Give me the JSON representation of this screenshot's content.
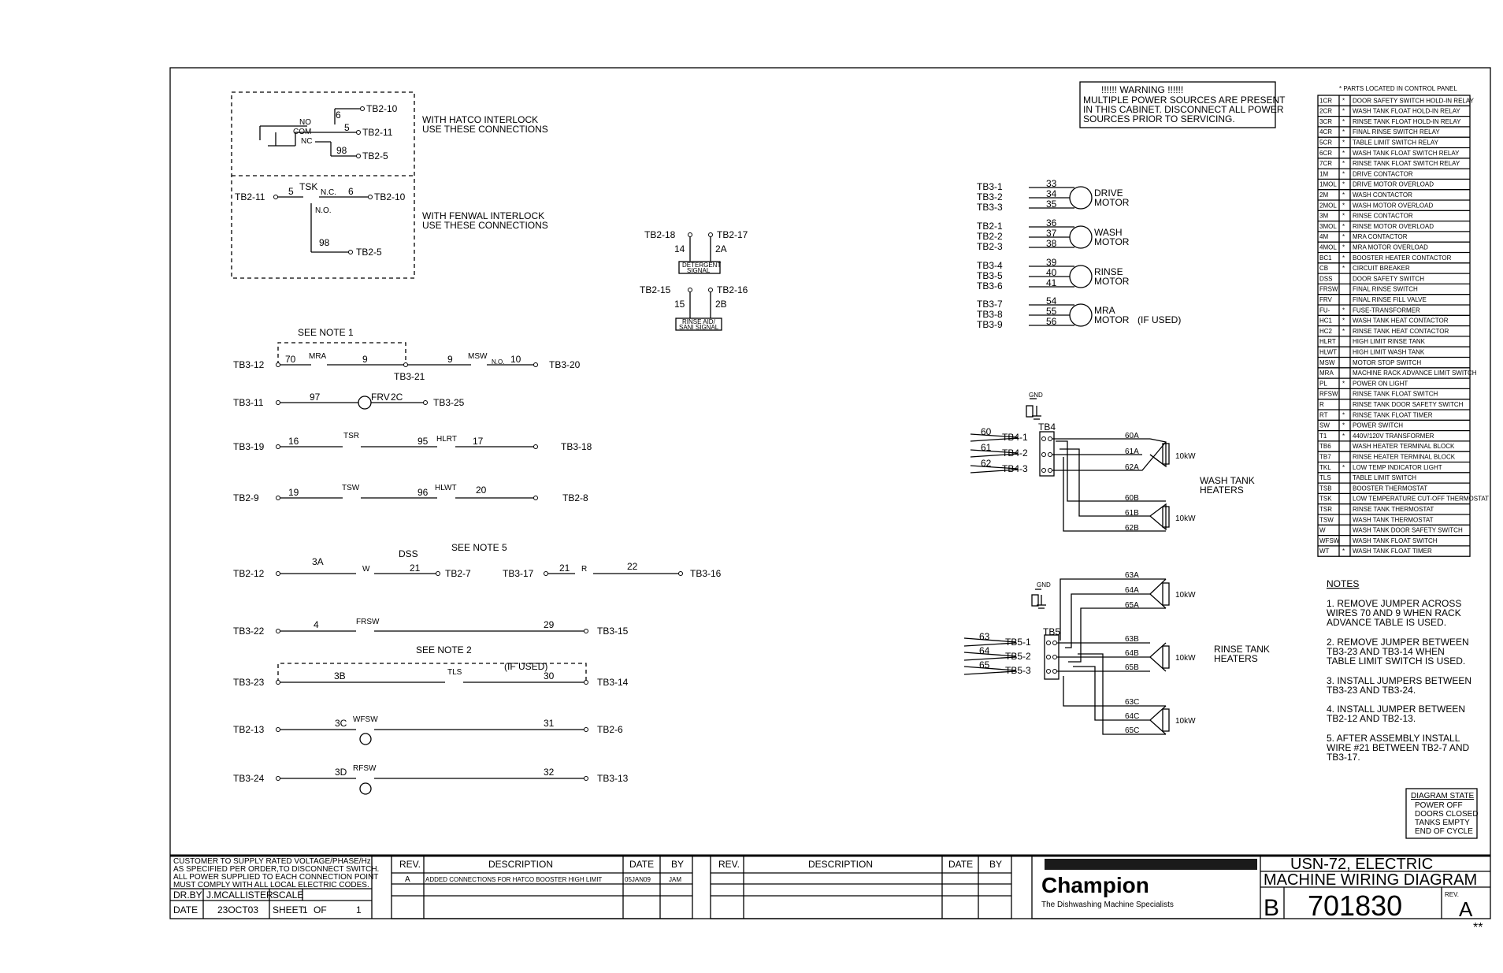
{
  "warning": {
    "title": "!!!!!!  WARNING  !!!!!!",
    "lines": [
      "MULTIPLE POWER SOURCES ARE PRESENT",
      "IN THIS CABINET. DISCONNECT ALL POWER",
      "SOURCES PRIOR TO SERVICING."
    ]
  },
  "interlock": {
    "hatco_note": [
      "WITH HATCO INTERLOCK",
      "USE THESE CONNECTIONS"
    ],
    "fenwal_note": [
      "WITH FENWAL INTERLOCK",
      "USE THESE CONNECTIONS"
    ],
    "hatco": {
      "no": "NO",
      "com": "COM",
      "nc": "NC",
      "w6": "6",
      "w5": "5",
      "w98": "98",
      "t1": "TB2-10",
      "t2": "TB2-11",
      "t3": "TB2-5"
    },
    "fenwal": {
      "left": "TB2-11",
      "w5": "5",
      "tsk": "TSK",
      "nc": "N.C.",
      "w6": "6",
      "right": "TB2-10",
      "no": "N.O.",
      "w98": "98",
      "bottom": "TB2-5"
    }
  },
  "signals": {
    "det": {
      "l": "TB2-18",
      "r": "TB2-17",
      "wl": "14",
      "wr": "2A",
      "label": [
        "DETERGENT",
        "SIGNAL"
      ]
    },
    "rinse": {
      "l": "TB2-15",
      "r": "TB2-16",
      "wl": "15",
      "wr": "2B",
      "label": [
        "RINSE AID/",
        "SANI SIGNAL"
      ]
    }
  },
  "ladder": {
    "see_note1": "SEE NOTE 1",
    "see_note5": "SEE NOTE 5",
    "see_note2": "SEE NOTE 2",
    "if_used": "(IF USED)",
    "r1": {
      "l": "TB3-12",
      "w1": "70",
      "c1": "MRA",
      "w2": "9",
      "mid": "TB3-21",
      "w3": "9",
      "c2": "MSW",
      "no": "N.O.",
      "w4": "10",
      "r": "TB3-20"
    },
    "r2": {
      "l": "TB3-11",
      "w1": "97",
      "c": "FRV",
      "w2": "2C",
      "r": "TB3-25"
    },
    "r3": {
      "l": "TB3-19",
      "w1": "16",
      "c1": "TSR",
      "w2": "95",
      "c2": "HLRT",
      "w3": "17",
      "r": "TB3-18"
    },
    "r4": {
      "l": "TB2-9",
      "w1": "19",
      "c1": "TSW",
      "w2": "96",
      "c2": "HLWT",
      "w3": "20",
      "r": "TB2-8"
    },
    "r5": {
      "l": "TB2-12",
      "w1": "3A",
      "c": "W",
      "dss": "DSS",
      "w2": "21",
      "r": "TB2-7",
      "l2": "TB3-17",
      "w3": "21",
      "c2": "R",
      "w4": "22",
      "r2": "TB3-16"
    },
    "r6": {
      "l": "TB3-22",
      "w1": "4",
      "c": "FRSW",
      "w2": "29",
      "r": "TB3-15"
    },
    "r7": {
      "l": "TB3-23",
      "w1": "3B",
      "c": "TLS",
      "w2": "30",
      "r": "TB3-14"
    },
    "r8": {
      "l": "TB2-13",
      "w1": "3C",
      "c": "WFSW",
      "w2": "31",
      "r": "TB2-6"
    },
    "r9": {
      "l": "TB3-24",
      "w1": "3D",
      "c": "RFSW",
      "w2": "32",
      "r": "TB3-13"
    }
  },
  "motors": [
    {
      "tb": [
        "TB3-1",
        "TB3-2",
        "TB3-3"
      ],
      "wires": [
        "33",
        "34",
        "35"
      ],
      "label": [
        "DRIVE",
        "MOTOR"
      ],
      "extra": ""
    },
    {
      "tb": [
        "TB2-1",
        "TB2-2",
        "TB2-3"
      ],
      "wires": [
        "36",
        "37",
        "38"
      ],
      "label": [
        "WASH",
        "MOTOR"
      ],
      "extra": ""
    },
    {
      "tb": [
        "TB3-4",
        "TB3-5",
        "TB3-6"
      ],
      "wires": [
        "39",
        "40",
        "41"
      ],
      "label": [
        "RINSE",
        "MOTOR"
      ],
      "extra": ""
    },
    {
      "tb": [
        "TB3-7",
        "TB3-8",
        "TB3-9"
      ],
      "wires": [
        "54",
        "55",
        "56"
      ],
      "label": [
        "MRA",
        "MOTOR"
      ],
      "extra": "(IF USED)"
    }
  ],
  "heaters": {
    "gnd": "GND",
    "kw": "10kW",
    "wash": {
      "tb": "TB4",
      "terms": [
        "TB4-1",
        "TB4-2",
        "TB4-3"
      ],
      "wires": [
        "60",
        "61",
        "62"
      ],
      "out": [
        "60A",
        "61A",
        "62A",
        "60B",
        "61B",
        "62B"
      ],
      "label": [
        "WASH TANK",
        "HEATERS"
      ]
    },
    "rinse": {
      "tb": "TB5",
      "terms": [
        "TB5-1",
        "TB5-2",
        "TB5-3"
      ],
      "wires": [
        "63",
        "64",
        "65"
      ],
      "out": [
        "63A",
        "64A",
        "65A",
        "63B",
        "64B",
        "65B",
        "63C",
        "64C",
        "65C"
      ],
      "label": [
        "RINSE TANK",
        "HEATERS"
      ]
    }
  },
  "legend": {
    "header": "*   PARTS LOCATED IN CONTROL PANEL",
    "rows": [
      [
        "1CR",
        "*",
        "DOOR SAFETY SWITCH HOLD-IN RELAY"
      ],
      [
        "2CR",
        "*",
        "WASH TANK FLOAT HOLD-IN RELAY"
      ],
      [
        "3CR",
        "*",
        "RINSE TANK FLOAT HOLD-IN RELAY"
      ],
      [
        "4CR",
        "*",
        "FINAL RINSE SWITCH RELAY"
      ],
      [
        "5CR",
        "*",
        "TABLE LIMIT SWITCH RELAY"
      ],
      [
        "6CR",
        "*",
        "WASH TANK FLOAT SWITCH RELAY"
      ],
      [
        "7CR",
        "*",
        "RINSE TANK FLOAT SWITCH RELAY"
      ],
      [
        "1M",
        "*",
        "DRIVE CONTACTOR"
      ],
      [
        "1MOL",
        "*",
        "DRIVE MOTOR OVERLOAD"
      ],
      [
        "2M",
        "*",
        "WASH CONTACTOR"
      ],
      [
        "2MOL",
        "*",
        "WASH MOTOR OVERLOAD"
      ],
      [
        "3M",
        "*",
        "RINSE CONTACTOR"
      ],
      [
        "3MOL",
        "*",
        "RINSE MOTOR OVERLOAD"
      ],
      [
        "4M",
        "*",
        "MRA CONTACTOR"
      ],
      [
        "4MOL",
        "*",
        "MRA MOTOR OVERLOAD"
      ],
      [
        "BC1",
        "*",
        "BOOSTER HEATER CONTACTOR"
      ],
      [
        "CB",
        "*",
        "CIRCUIT BREAKER"
      ],
      [
        "DSS",
        "",
        "DOOR SAFETY SWITCH"
      ],
      [
        "FRSW",
        "",
        "FINAL RINSE SWITCH"
      ],
      [
        "FRV",
        "",
        "FINAL RINSE FILL VALVE"
      ],
      [
        "FU-",
        "*",
        "FUSE-TRANSFORMER"
      ],
      [
        "HC1",
        "*",
        "WASH TANK HEAT CONTACTOR"
      ],
      [
        "HC2",
        "*",
        "RINSE TANK HEAT CONTACTOR"
      ],
      [
        "HLRT",
        "",
        "HIGH LIMIT RINSE TANK"
      ],
      [
        "HLWT",
        "",
        "HIGH LIMIT WASH TANK"
      ],
      [
        "MSW",
        "",
        "MOTOR STOP SWITCH"
      ],
      [
        "MRA",
        "",
        "MACHINE RACK ADVANCE LIMIT SWITCH"
      ],
      [
        "PL",
        "*",
        "POWER ON LIGHT"
      ],
      [
        "RFSW",
        "",
        "RINSE TANK FLOAT SWITCH"
      ],
      [
        "R",
        "",
        "RINSE TANK DOOR SAFETY SWITCH"
      ],
      [
        "RT",
        "*",
        "RINSE TANK FLOAT TIMER"
      ],
      [
        "SW",
        "*",
        "POWER SWITCH"
      ],
      [
        "T1",
        "*",
        "440V/120V TRANSFORMER"
      ],
      [
        "TB6",
        "",
        "WASH HEATER TERMINAL BLOCK"
      ],
      [
        "TB7",
        "",
        "RINSE HEATER TERMINAL BLOCK"
      ],
      [
        "TKL",
        "*",
        "LOW TEMP INDICATOR LIGHT"
      ],
      [
        "TLS",
        "",
        "TABLE LIMIT SWITCH"
      ],
      [
        "TSB",
        "",
        "BOOSTER THERMOSTAT"
      ],
      [
        "TSK",
        "",
        "LOW TEMPERATURE CUT-OFF THERMOSTAT"
      ],
      [
        "TSR",
        "",
        "RINSE TANK THERMOSTAT"
      ],
      [
        "TSW",
        "",
        "WASH TANK THERMOSTAT"
      ],
      [
        "W",
        "",
        "WASH TANK DOOR SAFETY SWITCH"
      ],
      [
        "WFSW",
        "",
        "WASH TANK FLOAT SWITCH"
      ],
      [
        "WT",
        "*",
        "WASH TANK FLOAT TIMER"
      ]
    ]
  },
  "notes": {
    "title": "NOTES",
    "items": [
      [
        "1. REMOVE JUMPER ACROSS",
        "WIRES 70 AND 9 WHEN RACK",
        "ADVANCE TABLE IS USED."
      ],
      [
        "2. REMOVE JUMPER BETWEEN",
        "TB3-23 AND TB3-14 WHEN",
        "TABLE LIMIT SWITCH IS USED."
      ],
      [
        "3. INSTALL JUMPERS BETWEEN",
        "TB3-23 AND TB3-24."
      ],
      [
        "4. INSTALL JUMPER BETWEEN",
        "TB2-12 AND TB2-13."
      ],
      [
        "5. AFTER ASSEMBLY INSTALL",
        "WIRE #21 BETWEEN TB2-7 AND",
        "TB3-17."
      ]
    ]
  },
  "diagram_state": {
    "title": "DIAGRAM STATE",
    "lines": [
      "POWER OFF",
      "DOORS CLOSED",
      "TANKS EMPTY",
      "END OF CYCLE"
    ]
  },
  "title_block": {
    "customer": [
      "CUSTOMER TO SUPPLY RATED VOLTAGE/PHASE/Hz.",
      "AS SPECIFIED PER ORDER,TO DISCONNECT SWITCH.",
      "ALL POWER SUPPLIED TO EACH CONNECTION POINT",
      "MUST COMPLY WITH ALL LOCAL ELECTRIC CODES."
    ],
    "drby_label": "DR.BY",
    "drby": "J.MCALLISTER",
    "scale_label": "SCALE",
    "date_label": "DATE",
    "date": "23OCT03",
    "sheet_label": "SHEET",
    "sheet": "1",
    "of_label": "OF",
    "of": "1",
    "rev_headers": [
      "REV.",
      "DESCRIPTION",
      "DATE",
      "BY"
    ],
    "rev1": {
      "rev": "A",
      "desc": "ADDED CONNECTIONS FOR HATCO BOOSTER HIGH LIMIT",
      "date": "05JAN09",
      "by": "JAM"
    },
    "brand": "Champion",
    "tagline": "The Dishwashing Machine Specialists",
    "title1": "USN-72,  ELECTRIC",
    "title2": "MACHINE  WIRING  DIAGRAM",
    "size": "B",
    "number": "701830",
    "rev_label": "REV.",
    "rev": "A",
    "stars": "**"
  }
}
